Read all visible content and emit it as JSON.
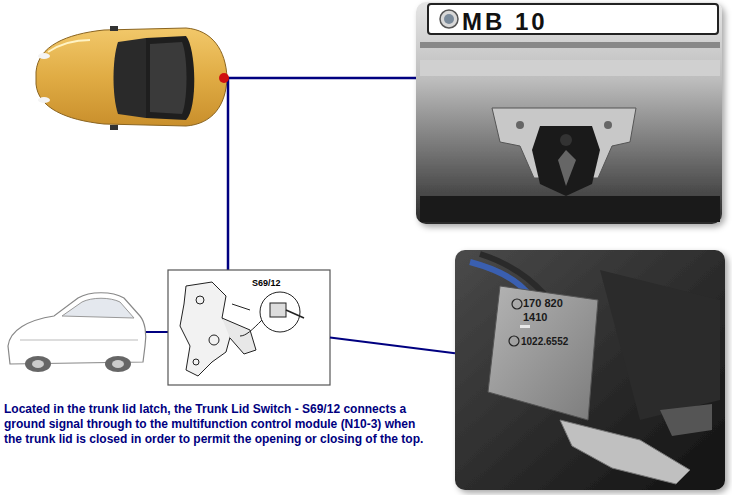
{
  "diagram": {
    "caption": "Located in the trunk lid latch, the Trunk Lid Switch - S69/12 connects a ground signal through to the multifunction control module (N10-3) when the trunk lid is closed in order to permit the opening or closing of the top.",
    "nodes": [
      {
        "text": [
          "MB 10"
        ]
      },
      {
        "text": [
          "S69/12"
        ]
      },
      {
        "text": [
          "170 820 1410",
          "1022.6552"
        ]
      }
    ],
    "edges": [
      {
        "from": 1,
        "to": 2,
        "arrow": "none"
      }
    ]
  }
}
